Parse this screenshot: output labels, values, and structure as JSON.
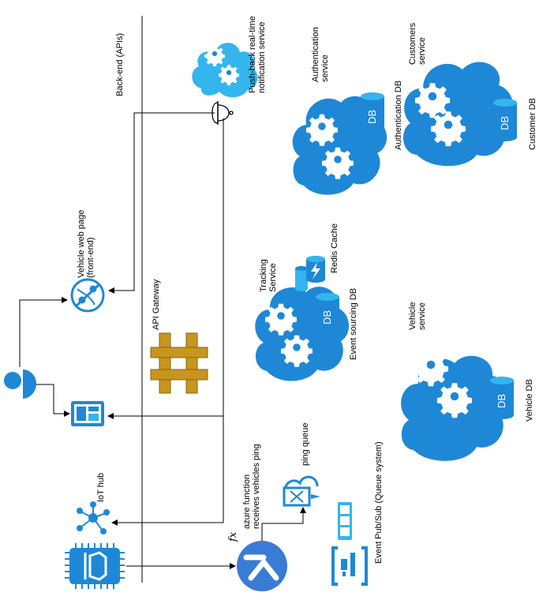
{
  "labels": {
    "backend": "Back-end (APIs)",
    "push_service": "Push-back real-time\nnotification service",
    "auth_service": "Authentication\nservice",
    "auth_db": "Authentication DB",
    "customers_service": "Customers\nservice",
    "customer_db": "Customer DB",
    "vehicle_web_page": "Vehicle web page\n(front-end)",
    "api_gateway": "API Gateway",
    "tracking_service": "Tracking\nService",
    "redis_cache": "Redis Cache",
    "event_sourcing_db": "Event sourcing DB",
    "vehicle_service": "Vehicle\nservice",
    "vehicle_db": "Vehicle DB",
    "iot_hub": "IoT hub",
    "azure_function": "azure function\nreceives vehicles ping",
    "fx_symbol": "fx",
    "ping_queue": "ping queue",
    "event_pubsub": "Event Pub/Sub (Queue system)",
    "db_auth": "DB",
    "db_customer": "DB",
    "db_event": "DB",
    "db_vehicle": "DB"
  },
  "colors": {
    "azure_blue": "#1e88d6",
    "light_blue": "#33b5ee",
    "gateway_gold": "#c8961e",
    "line": "#000000"
  },
  "icons": [
    "cloud-gear-icon",
    "database-icon",
    "user-icon",
    "web-globe-icon",
    "mobile-app-icon",
    "iot-hub-icon",
    "iot-chip-icon",
    "function-app-icon",
    "queue-icon",
    "redis-cache-icon",
    "event-grid-icon",
    "api-gateway-icon",
    "bell-icon"
  ]
}
